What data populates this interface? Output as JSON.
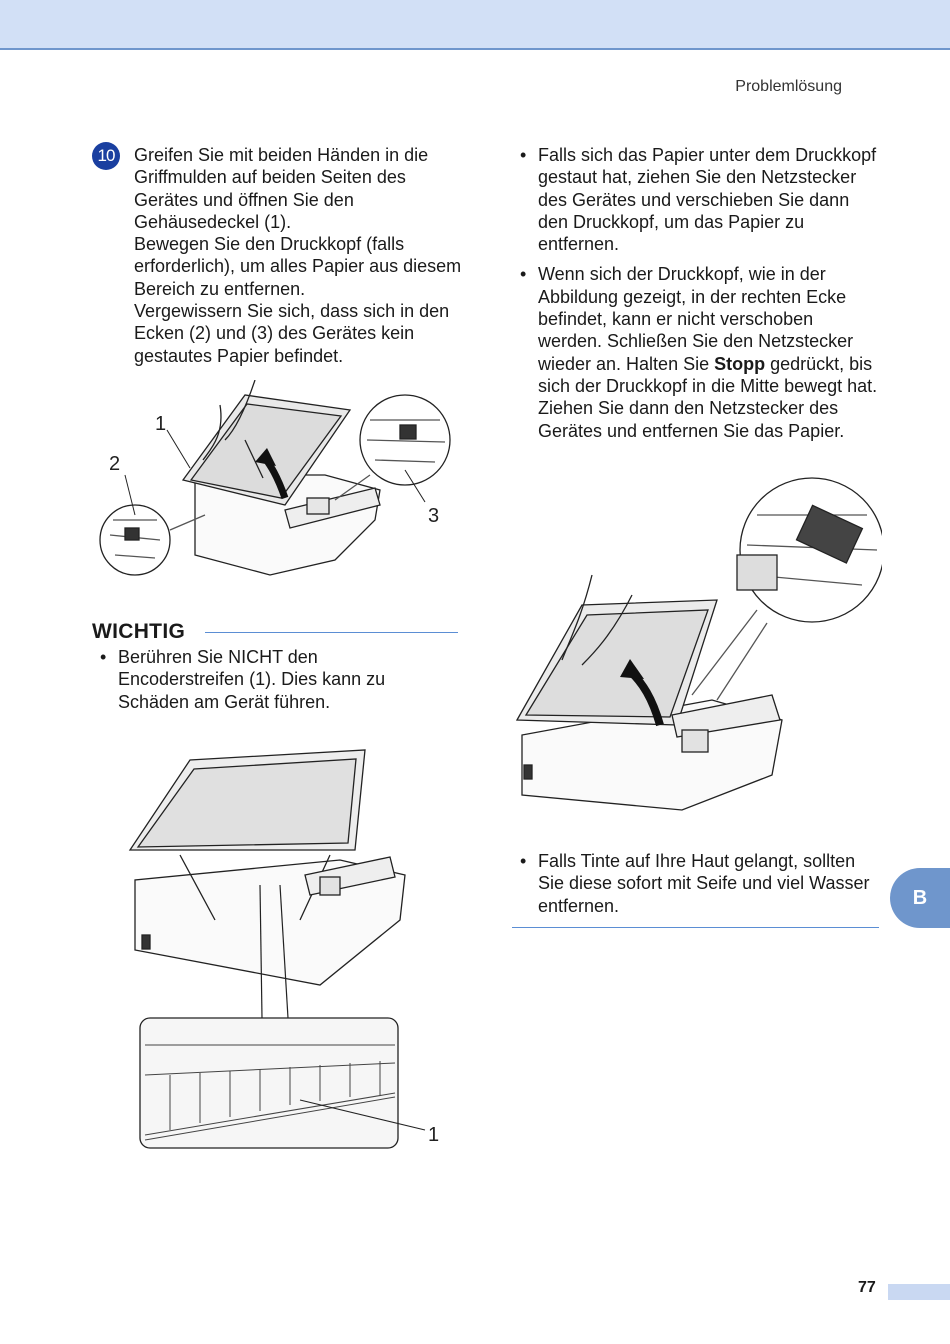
{
  "header": {
    "section_title": "Problemlösung"
  },
  "step": {
    "number": "10",
    "paragraphs": [
      "Greifen Sie mit beiden Händen in die Griffmulden auf beiden Seiten des Gerätes und öffnen Sie den Gehäusedeckel (1).",
      "Bewegen Sie den Druckkopf (falls erforderlich), um alles Papier aus diesem Bereich zu entfernen.",
      "Vergewissern Sie sich, dass sich in den Ecken (2) und (3) des Gerätes kein gestautes Papier befindet."
    ]
  },
  "figure1": {
    "callout_1": "1",
    "callout_2": "2",
    "callout_3": "3"
  },
  "important": {
    "title": "WICHTIG",
    "items": [
      "Berühren Sie NICHT den Encoderstreifen (1). Dies kann zu Schäden am Gerät führen."
    ]
  },
  "figure2": {
    "callout_1": "1"
  },
  "right_column": {
    "bullet_1": "Falls sich das Papier unter dem Druckkopf gestaut hat, ziehen Sie den Netzstecker des Gerätes und verschieben Sie dann den Druckkopf, um das Papier zu entfernen.",
    "bullet_2_before": "Wenn sich der Druckkopf, wie in der Abbildung gezeigt, in der rechten Ecke befindet, kann er nicht verschoben werden. Schließen Sie den Netzstecker wieder an. Halten Sie ",
    "bullet_2_bold": "Stopp",
    "bullet_2_after": " gedrückt, bis sich der Druckkopf in die Mitte bewegt hat. Ziehen Sie dann den Netzstecker des Gerätes und entfernen Sie das Papier.",
    "bullet_3": "Falls Tinte auf Ihre Haut gelangt, sollten Sie diese sofort mit Seife und viel Wasser entfernen."
  },
  "side_tab": "B",
  "footer": {
    "page_number": "77"
  },
  "colors": {
    "accent": "#6f96cc",
    "header_band": "#d2e0f6",
    "badge": "#1a3fa0",
    "rule": "#5b8ed4"
  }
}
